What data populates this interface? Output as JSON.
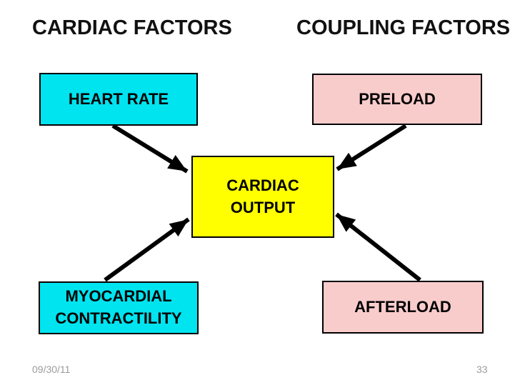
{
  "slide": {
    "background": "#ffffff",
    "heading_left": "CARDIAC FACTORS",
    "heading_right": "COUPLING FACTORS",
    "heading_color": "#111111",
    "footer_date": "09/30/11",
    "slide_number": "33",
    "footer_color": "#9b9b9b"
  },
  "diagram": {
    "arrow_color": "#000000",
    "node_border_color": "#000000",
    "nodes": {
      "heart_rate": {
        "label": "HEART RATE",
        "fill": "#00e4f0"
      },
      "preload": {
        "label": "PRELOAD",
        "fill": "#f9cccc"
      },
      "cardiac_output": {
        "label_lines": [
          "CARDIAC",
          "OUTPUT"
        ],
        "fill": "#ffff00"
      },
      "myocardial_contractility": {
        "label_lines": [
          "MYOCARDIAL",
          "CONTRACTILITY"
        ],
        "fill": "#00e4f0"
      },
      "afterload": {
        "label": "AFTERLOAD",
        "fill": "#f9cccc"
      }
    },
    "edges": [
      {
        "from": "HEART RATE",
        "to": "CARDIAC OUTPUT"
      },
      {
        "from": "PRELOAD",
        "to": "CARDIAC OUTPUT"
      },
      {
        "from": "MYOCARDIAL CONTRACTILITY",
        "to": "CARDIAC OUTPUT"
      },
      {
        "from": "AFTERLOAD",
        "to": "CARDIAC OUTPUT"
      }
    ]
  }
}
